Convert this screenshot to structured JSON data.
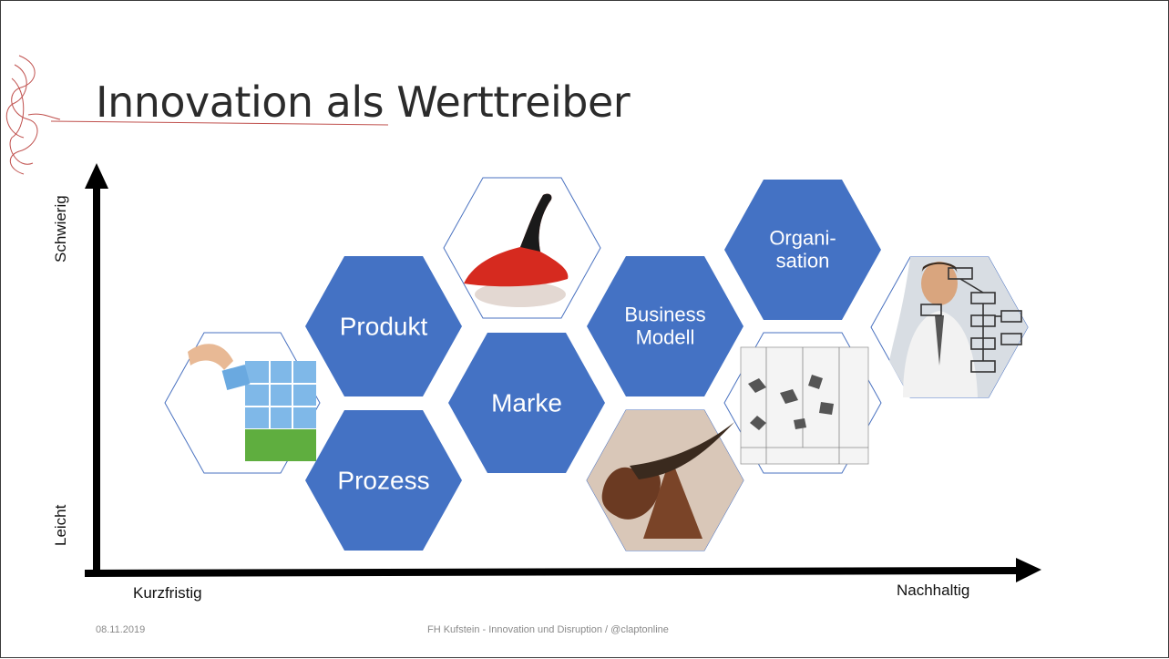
{
  "slide": {
    "title": "Innovation als Werttreiber",
    "footer_date": "08.11.2019",
    "footer_text": "FH Kufstein - Innovation und Disruption / @claptonline"
  },
  "axes": {
    "y_top": "Schwierig",
    "y_bottom": "Leicht",
    "x_left": "Kurzfristig",
    "x_right": "Nachhaltig"
  },
  "hexagons": {
    "produkt": "Produkt",
    "prozess": "Prozess",
    "marke": "Marke",
    "business": "Business\nModell",
    "organisation": "Organi-\nsation"
  },
  "colors": {
    "hex_fill": "#4472c4",
    "axis": "#000000",
    "accent_line": "#c0504d"
  }
}
